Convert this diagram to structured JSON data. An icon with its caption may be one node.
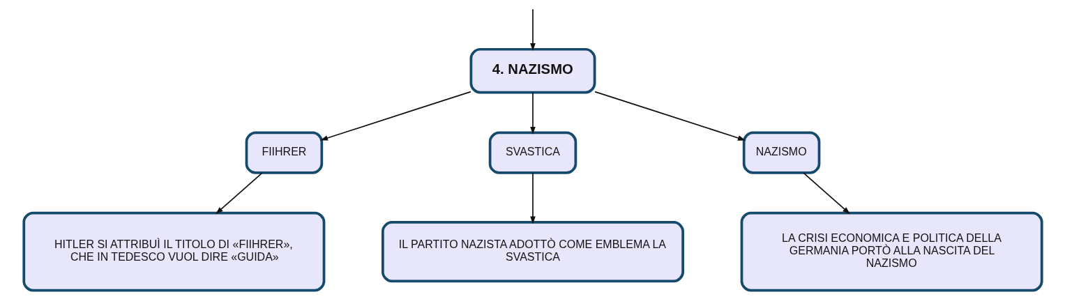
{
  "diagram": {
    "nodes": [
      {
        "text": [
          "4. NAZISMO"
        ]
      },
      {
        "text": [
          "FIIHRER"
        ]
      },
      {
        "text": [
          "SVASTICA"
        ]
      },
      {
        "text": [
          "NAZISMO"
        ]
      },
      {
        "text": [
          "HITLER SI ATTRIBUÌ IL TITOLO DI «FIIHRER», CHE IN TEDESCO VUOL DIRE «GUIDA»"
        ]
      },
      {
        "text": [
          "IL PARTITO NAZISTA ADOTTÒ COME EMBLEMA LA SVASTICA"
        ]
      },
      {
        "text": [
          "LA CRISI ECONOMICA E POLITICA DELLA GERMANIA PORTÒ ALLA NASCITA DEL NAZISMO"
        ]
      }
    ],
    "edges": [
      {
        "from": null,
        "to": 0,
        "arrow": "to"
      },
      {
        "from": 0,
        "to": 1,
        "arrow": "to"
      },
      {
        "from": 0,
        "to": 2,
        "arrow": "to"
      },
      {
        "from": 0,
        "to": 3,
        "arrow": "to"
      },
      {
        "from": 1,
        "to": 4,
        "arrow": "to"
      },
      {
        "from": 2,
        "to": 5,
        "arrow": "to"
      },
      {
        "from": 3,
        "to": 6,
        "arrow": "to"
      }
    ]
  }
}
